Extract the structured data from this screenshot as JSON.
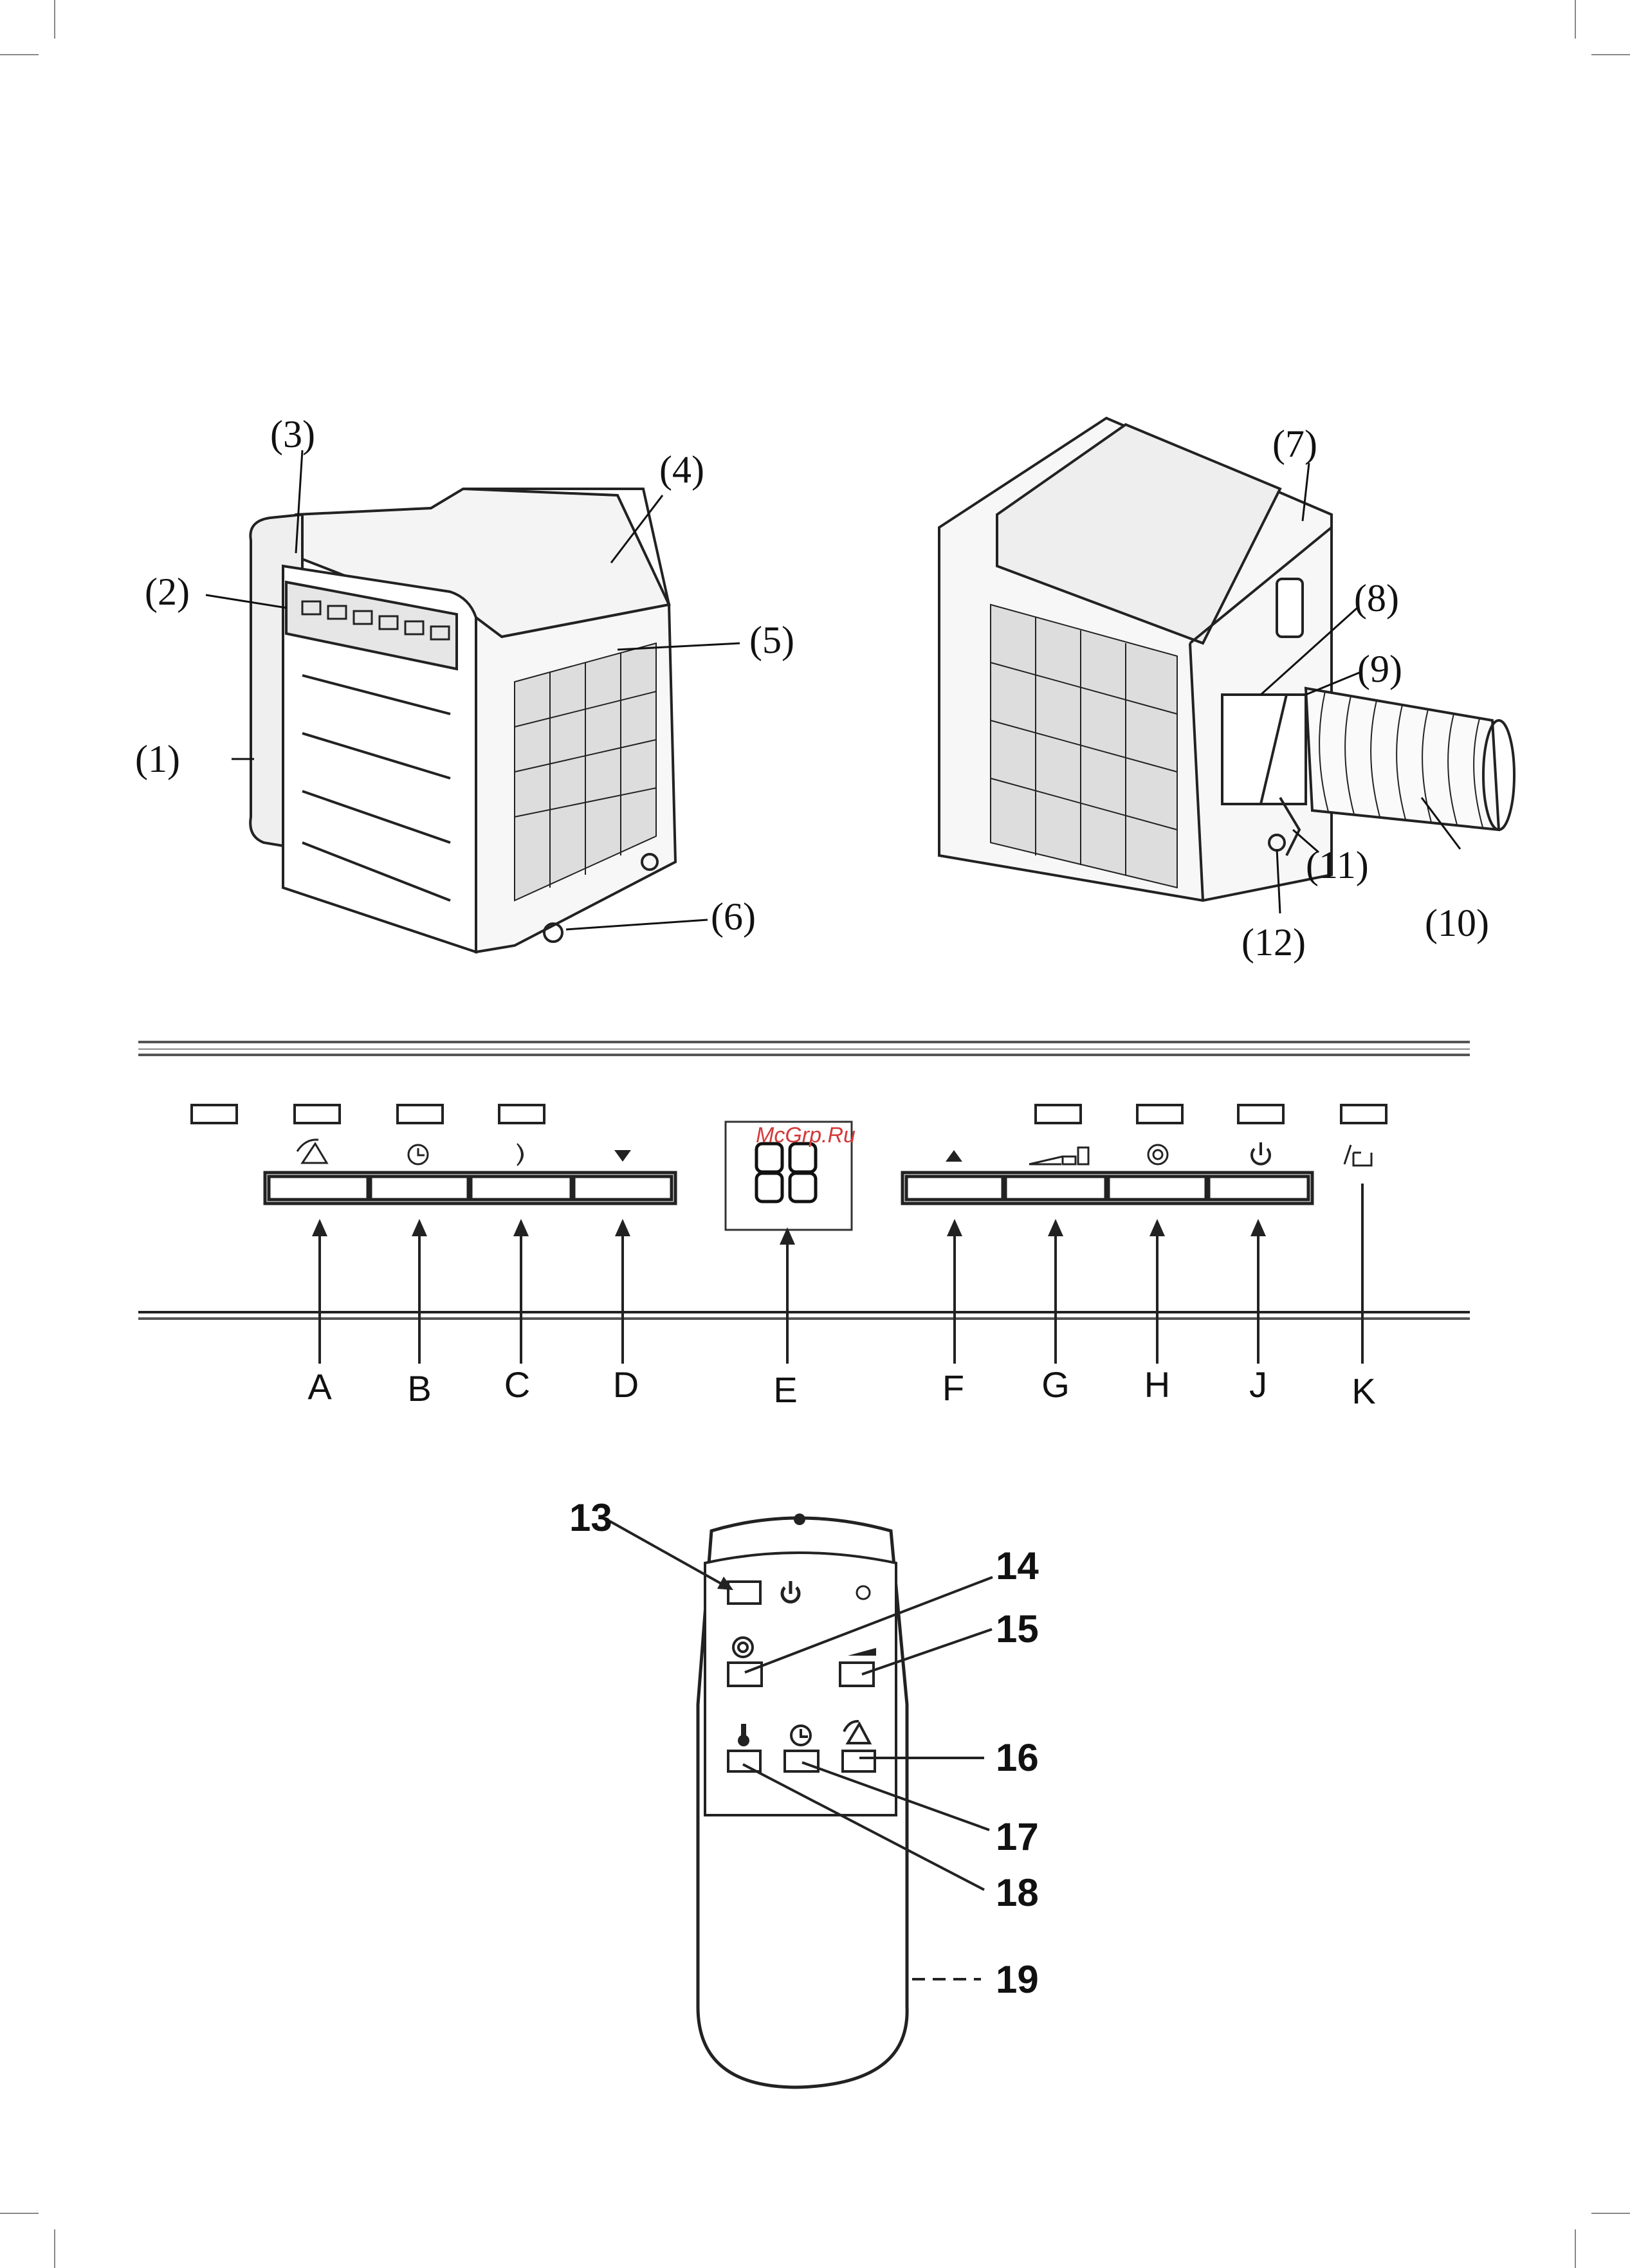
{
  "unit_front_labels": [
    {
      "id": "1",
      "text": "(1)"
    },
    {
      "id": "2",
      "text": "(2)"
    },
    {
      "id": "3",
      "text": "(3)"
    },
    {
      "id": "4",
      "text": "(4)"
    },
    {
      "id": "5",
      "text": "(5)"
    },
    {
      "id": "6",
      "text": "(6)"
    }
  ],
  "unit_back_labels": [
    {
      "id": "7",
      "text": "(7)"
    },
    {
      "id": "8",
      "text": "(8)"
    },
    {
      "id": "9",
      "text": "(9)"
    },
    {
      "id": "10",
      "text": "(10)"
    },
    {
      "id": "11",
      "text": "(11)"
    },
    {
      "id": "12",
      "text": "(12)"
    }
  ],
  "watermark": "McGrp.Ru",
  "panel_button_labels": [
    "A",
    "B",
    "C",
    "D",
    "E",
    "F",
    "G",
    "H",
    "J",
    "K"
  ],
  "panel_icons": {
    "A": "swing-icon",
    "B": "timer-icon",
    "C": "sleep-moon-icon",
    "D": "down-arrow-icon",
    "E": "display-icon",
    "F": "up-arrow-icon",
    "G": "fan-speed-icon",
    "H": "mode-icon",
    "J": "power-icon",
    "K": "water-tank-full-icon"
  },
  "remote_labels": [
    "13",
    "14",
    "15",
    "16",
    "17",
    "18",
    "19"
  ]
}
